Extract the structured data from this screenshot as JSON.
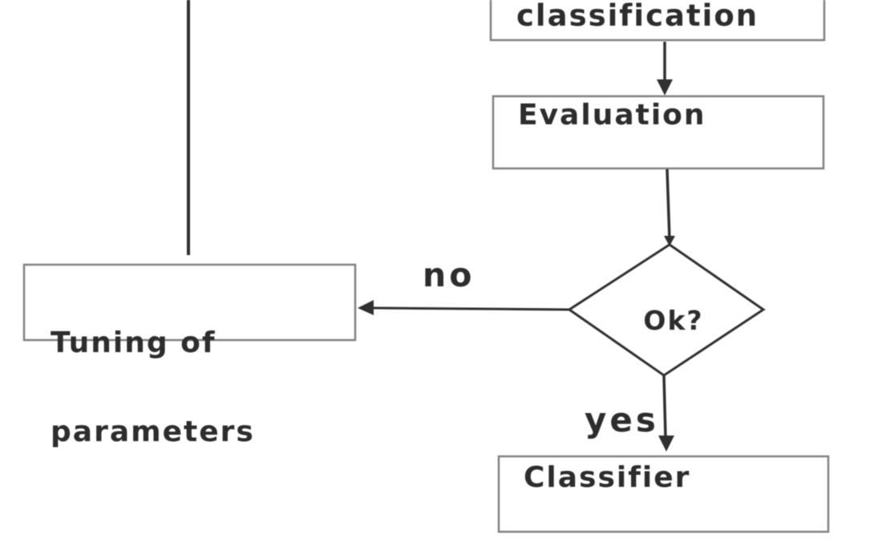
{
  "diagram": {
    "background_color": "#ffffff",
    "line_color": "#303030",
    "box_border_color": "#818181",
    "text_color": "#2d2d2d",
    "nodes": {
      "classification": {
        "label": "classification"
      },
      "evaluation": {
        "label": "Evaluation"
      },
      "decision": {
        "label": "Ok?"
      },
      "tuning": {
        "line1": "Tuning of",
        "line2": "parameters"
      },
      "classifier": {
        "label": "Classifier"
      }
    },
    "edge_labels": {
      "no": "no",
      "yes": "yes"
    }
  }
}
